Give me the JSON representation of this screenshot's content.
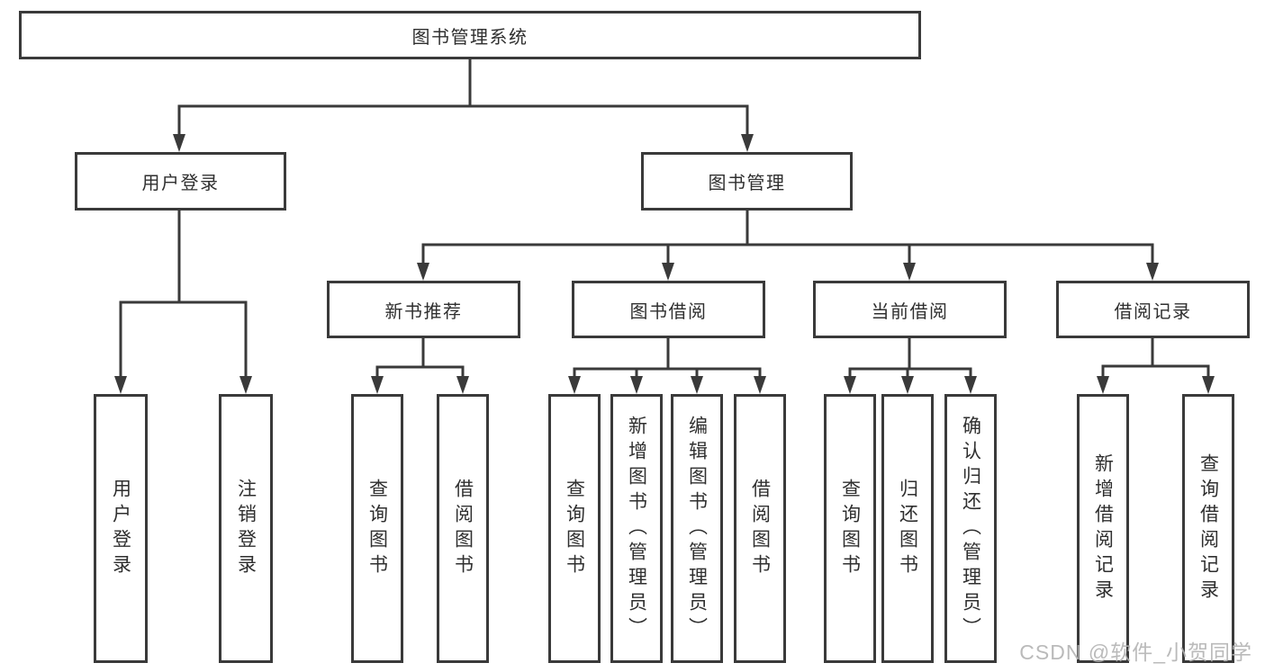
{
  "diagram": {
    "root": "图书管理系统",
    "user_login": {
      "label": "用户登录",
      "children": [
        "用户登录",
        "注销登录"
      ]
    },
    "book_mgmt": {
      "label": "图书管理",
      "children": [
        {
          "label": "新书推荐",
          "children": [
            "查询图书",
            "借阅图书"
          ]
        },
        {
          "label": "图书借阅",
          "children": [
            "查询图书",
            "新增图书（管理员）",
            "编辑图书（管理员）",
            "借阅图书"
          ]
        },
        {
          "label": "当前借阅",
          "children": [
            "查询图书",
            "归还图书",
            "确认归还（管理员）"
          ]
        },
        {
          "label": "借阅记录",
          "children": [
            "新增借阅记录",
            "查询借阅记录"
          ]
        }
      ]
    }
  },
  "watermark": "CSDN @软件_小贺同学",
  "colors": {
    "line": "#3a3a3a",
    "box_border": "#3a3a3a",
    "text": "#2f2f2f",
    "watermark": "#b3b3b3",
    "background": "#ffffff"
  }
}
